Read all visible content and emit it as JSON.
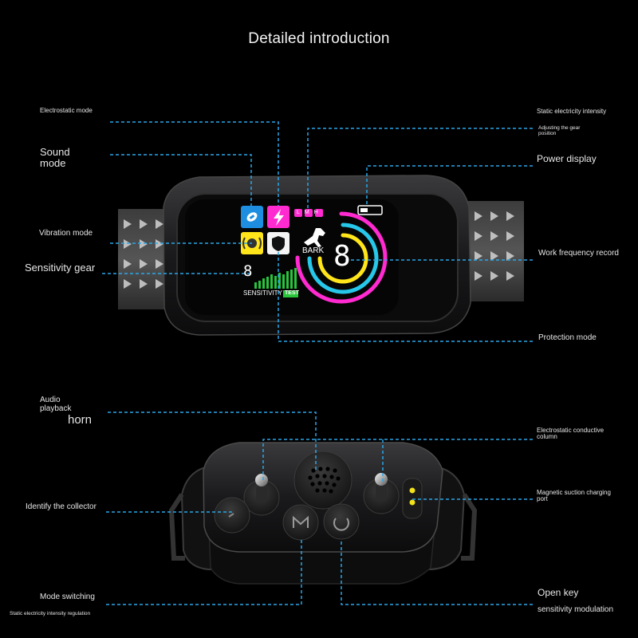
{
  "title": "Detailed introduction",
  "collar_labels": {
    "electrostatic_mode": "Electrostatic mode",
    "sound_mode": "Sound mode",
    "vibration_mode": "Vibration mode",
    "sensitivity_gear": "Sensitivity gear",
    "static_intensity": "Static electricity intensity",
    "adjusting_gear": "Adjusting the gear position",
    "power_display": "Power display",
    "work_frequency": "Work frequency record",
    "protection_mode": "Protection mode"
  },
  "screen": {
    "levels": [
      "L",
      "M",
      "H"
    ],
    "bark_label": "BARK",
    "digit": "8",
    "sensitivity_label": "SENSITIVITY",
    "test_badge": "TEST",
    "sensitivity_digit": "8"
  },
  "receiver_labels": {
    "audio_playback": "Audio playback",
    "horn": "horn",
    "electrostatic_column": "Electrostatic conductive column",
    "identify_collector": "Identify the collector",
    "magnetic_charging": "Magnetic suction charging port",
    "mode_switching": "Mode switching",
    "static_regulation": "Static electricity intensity regulation",
    "open_key": "Open key",
    "sensitivity_modulation": "sensitivity modulation"
  },
  "colors": {
    "accent_line": "#2aa6e8",
    "blue_tile": "#1e8fe0",
    "magenta": "#ff2ad0",
    "yellow": "#ffe51a",
    "cyan_ring": "#27c7ea",
    "green_bars": "#28c43a"
  }
}
